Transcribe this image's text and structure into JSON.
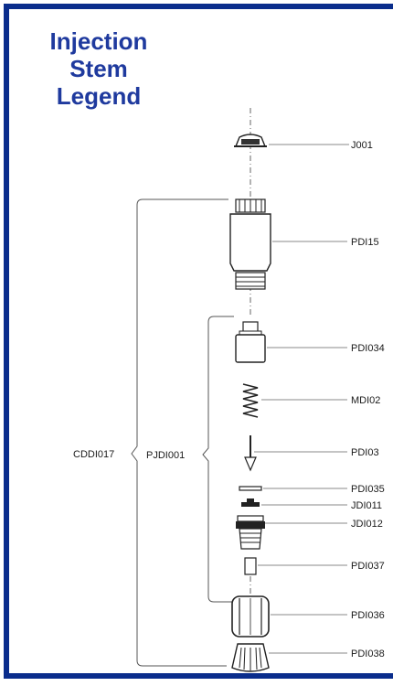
{
  "title": {
    "line1": "Injection",
    "line2": "Stem",
    "line3": "Legend"
  },
  "colors": {
    "border": "#0a2d8c",
    "title": "#1f3a9e",
    "line": "#777777",
    "part_fill": "#ffffff",
    "part_stroke": "#222222"
  },
  "assemblies": {
    "outer": "CDDI017",
    "inner": "PJDI001"
  },
  "parts": [
    {
      "id": "cap",
      "label": "J001"
    },
    {
      "id": "body",
      "label": "PDI15"
    },
    {
      "id": "guide",
      "label": "PDI034"
    },
    {
      "id": "spring",
      "label": "MDI02"
    },
    {
      "id": "needle",
      "label": "PDI03"
    },
    {
      "id": "washer",
      "label": "PDI035"
    },
    {
      "id": "oring",
      "label": "JDI011"
    },
    {
      "id": "valve",
      "label": "JDI012"
    },
    {
      "id": "tip",
      "label": "PDI037"
    },
    {
      "id": "nut",
      "label": "PDI036"
    },
    {
      "id": "nozzle",
      "label": "PDI038"
    }
  ]
}
